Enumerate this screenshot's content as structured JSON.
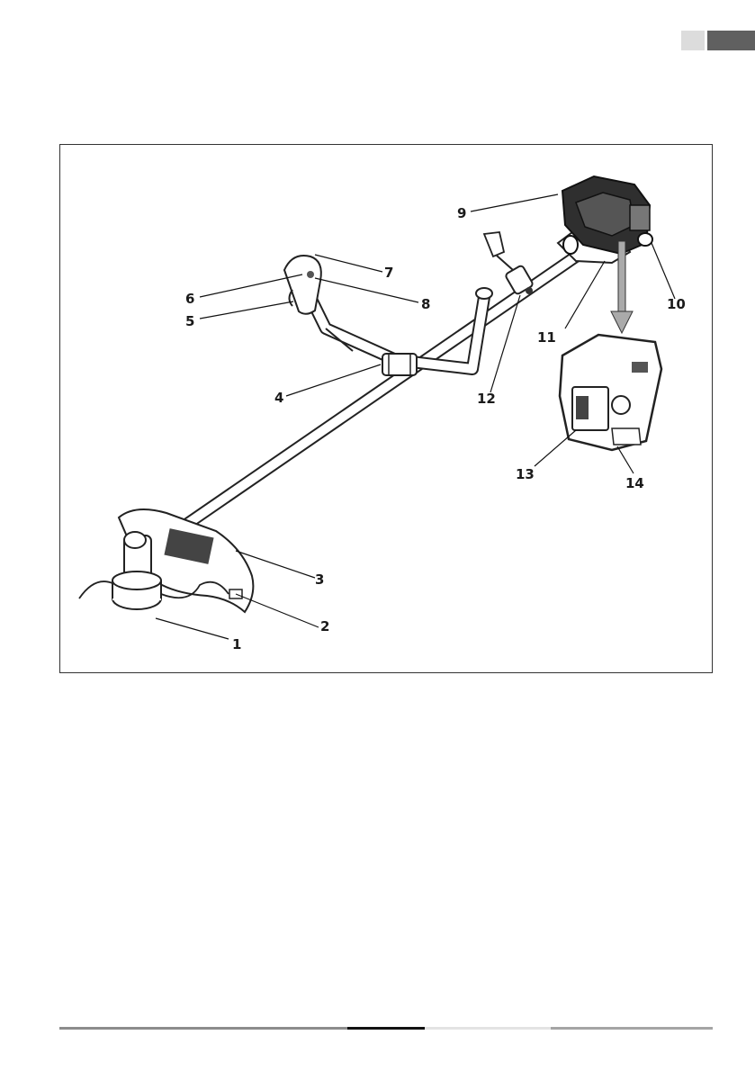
{
  "callouts": [
    {
      "id": "1",
      "label": "1"
    },
    {
      "id": "2",
      "label": "2"
    },
    {
      "id": "3",
      "label": "3"
    },
    {
      "id": "4",
      "label": "4"
    },
    {
      "id": "5",
      "label": "5"
    },
    {
      "id": "6",
      "label": "6"
    },
    {
      "id": "7",
      "label": "7"
    },
    {
      "id": "8",
      "label": "8"
    },
    {
      "id": "9",
      "label": "9"
    },
    {
      "id": "10",
      "label": "10"
    },
    {
      "id": "11",
      "label": "11"
    },
    {
      "id": "12",
      "label": "12"
    },
    {
      "id": "13",
      "label": "13"
    },
    {
      "id": "14",
      "label": "14"
    }
  ],
  "colors": {
    "tab_light": "#dcdcdc",
    "tab_dark": "#606060",
    "footer_gray": "#8c8c8c",
    "footer_black": "#111111",
    "footer_light": "#e3e3e3",
    "footer_mid": "#a5a5a5"
  }
}
